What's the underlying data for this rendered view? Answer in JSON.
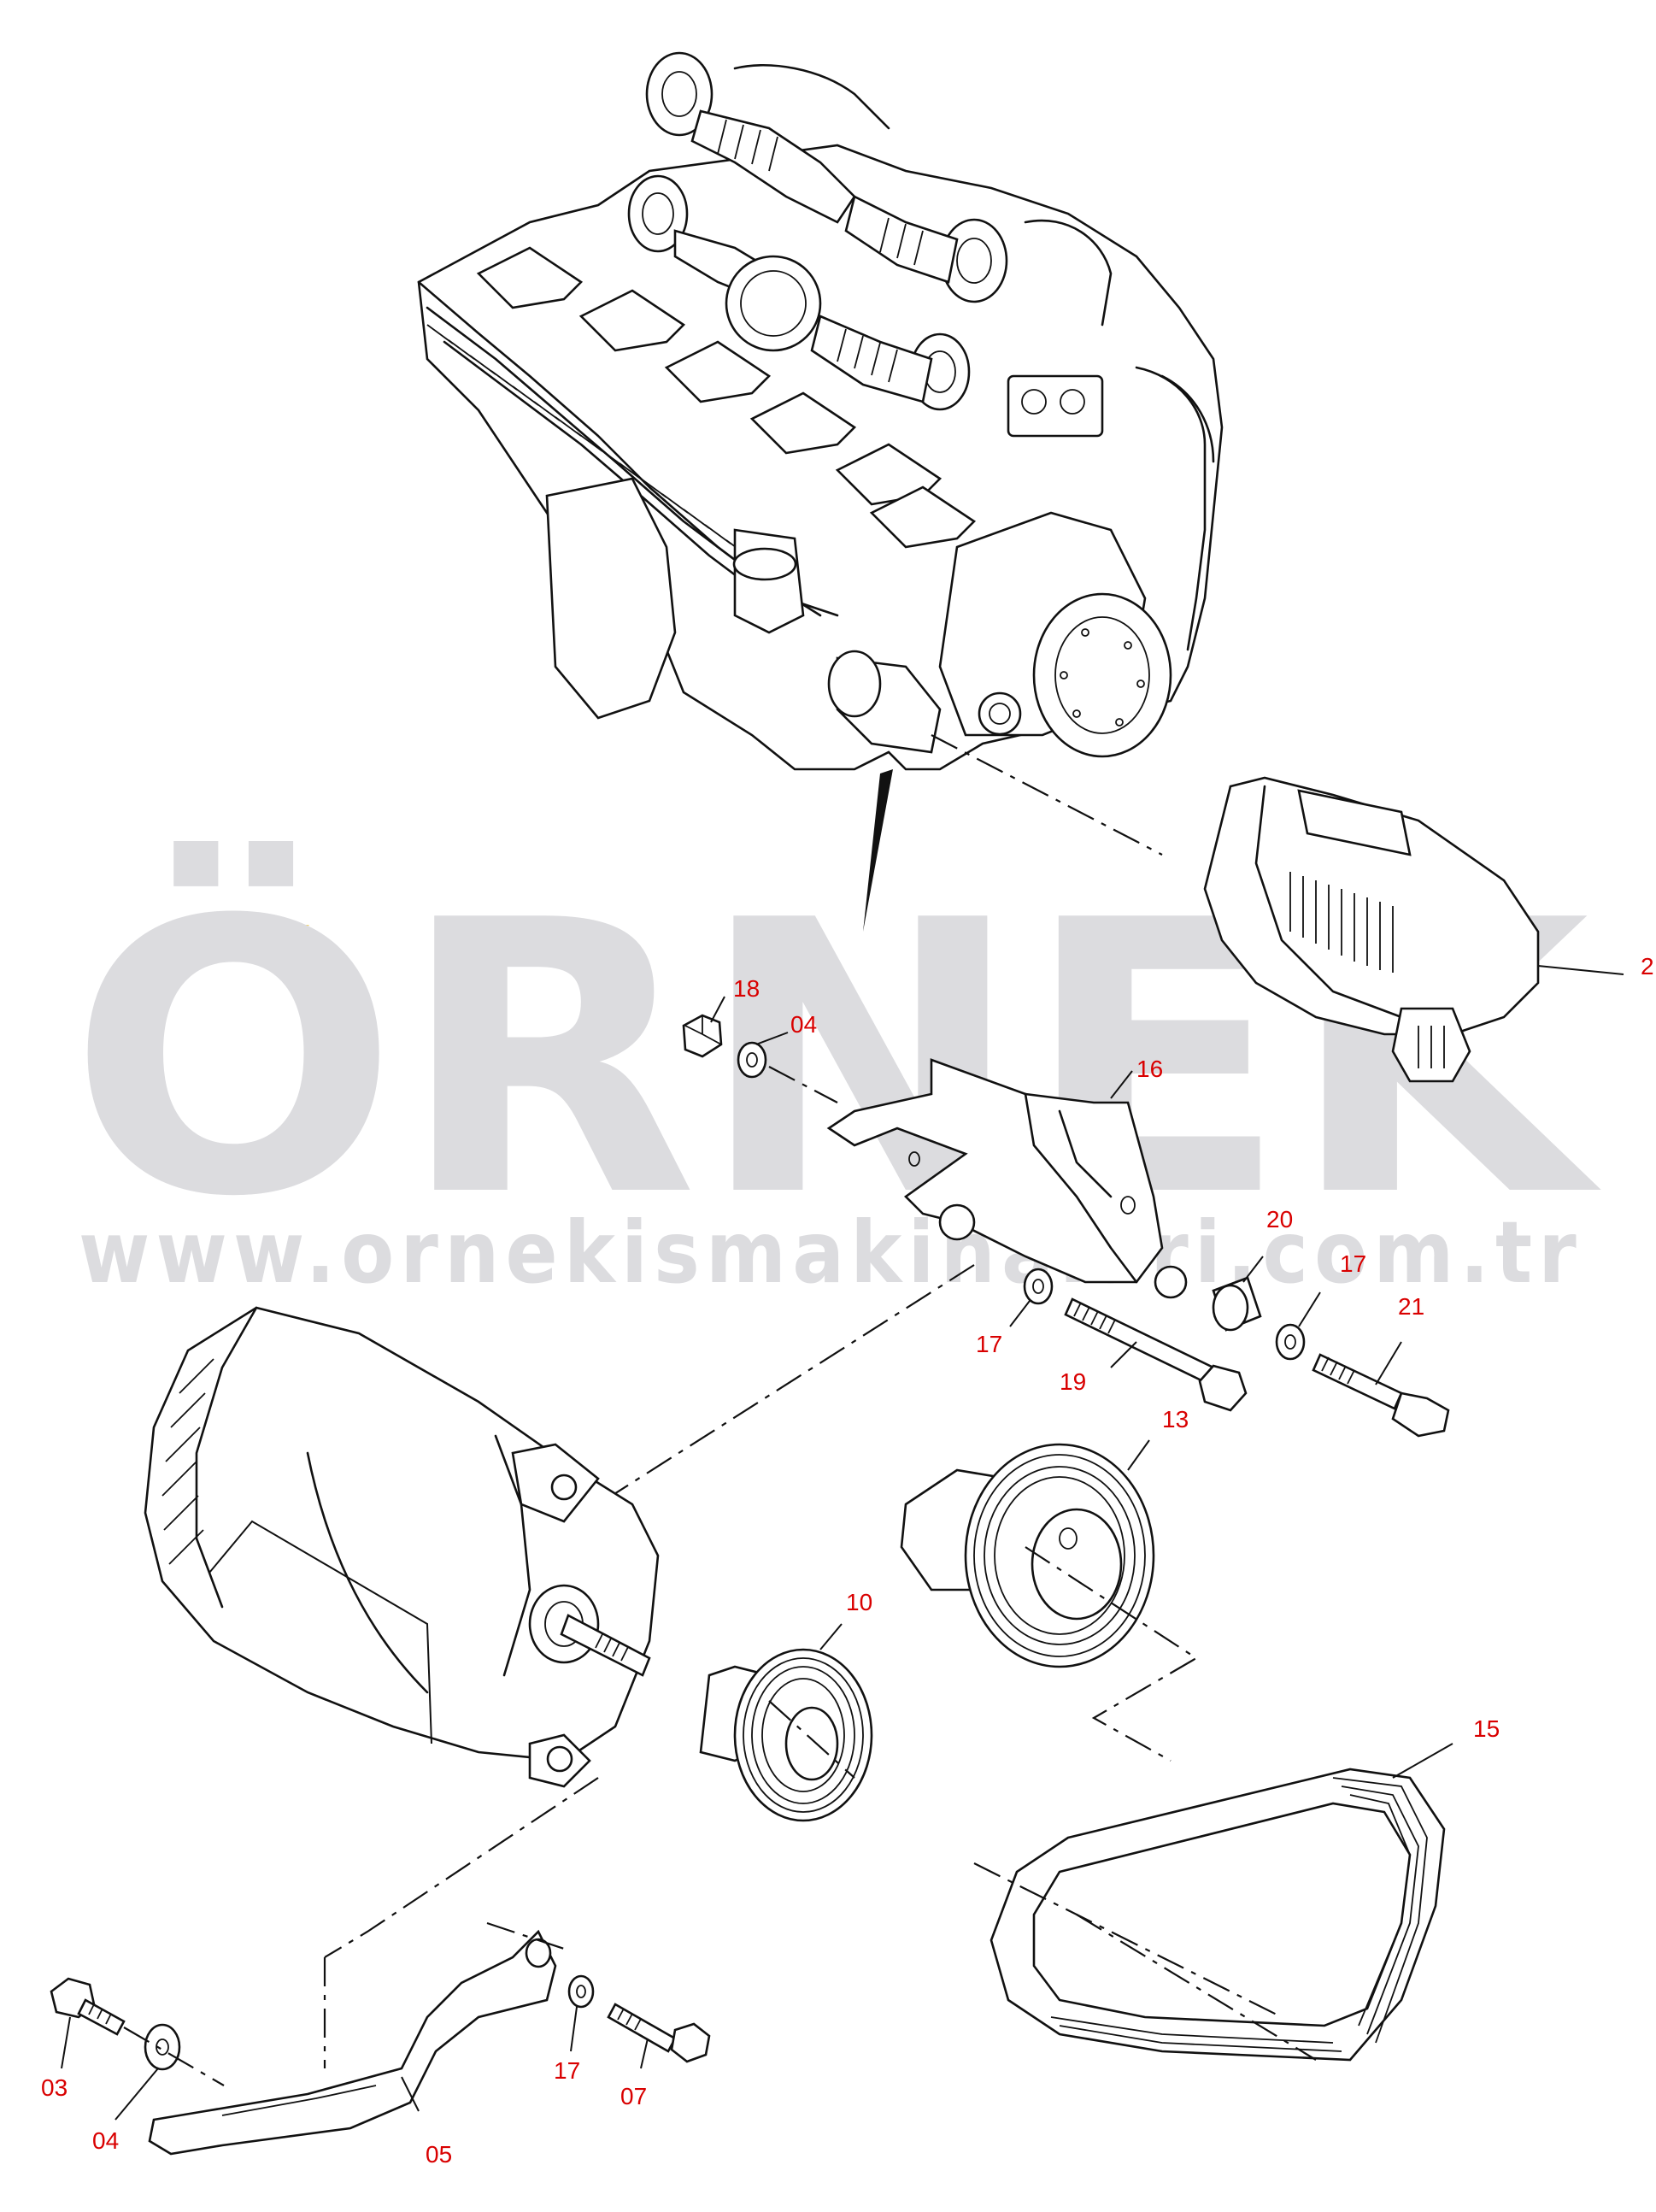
{
  "watermark": {
    "brand": "ÖRNEK",
    "url": "www.ornekismakinalari.com.tr",
    "accent_color": "#f7d56a",
    "text_color": "#dcdcdf"
  },
  "callout_color": "#d90000",
  "callouts": {
    "c18": "18",
    "c04a": "04",
    "c16": "16",
    "c20": "20",
    "c17a": "17",
    "c21": "21",
    "c17b": "17",
    "c19": "19",
    "c13": "13",
    "c10": "10",
    "c15": "15",
    "c03": "03",
    "c04b": "04",
    "c05": "05",
    "c17c": "17",
    "c07": "07",
    "c2": "2"
  }
}
